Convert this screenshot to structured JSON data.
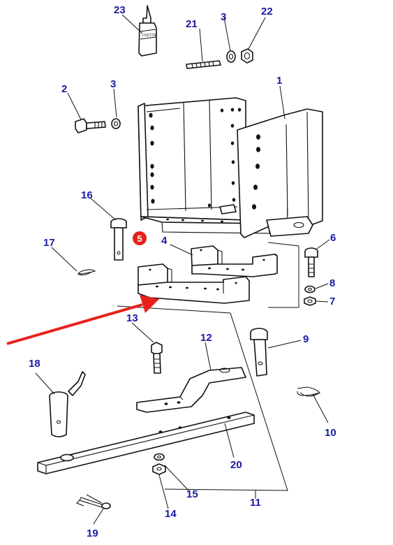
{
  "colors": {
    "callout": "#1a1aa6",
    "arrow": "#e8201c",
    "badge": "#e8201c",
    "badge_text": "#ffffff",
    "line": "#111111"
  },
  "callouts": {
    "c1": "1",
    "c2": "2",
    "c3a": "3",
    "c3b": "3",
    "c4": "4",
    "c6": "6",
    "c7": "7",
    "c8": "8",
    "c9": "9",
    "c10": "10",
    "c11": "11",
    "c12": "12",
    "c13": "13",
    "c14": "14",
    "c15": "15",
    "c16": "16",
    "c17": "17",
    "c18": "18",
    "c19": "19",
    "c20": "20",
    "c21": "21",
    "c22": "22",
    "c23": "23"
  },
  "highlight": {
    "label": "5"
  }
}
